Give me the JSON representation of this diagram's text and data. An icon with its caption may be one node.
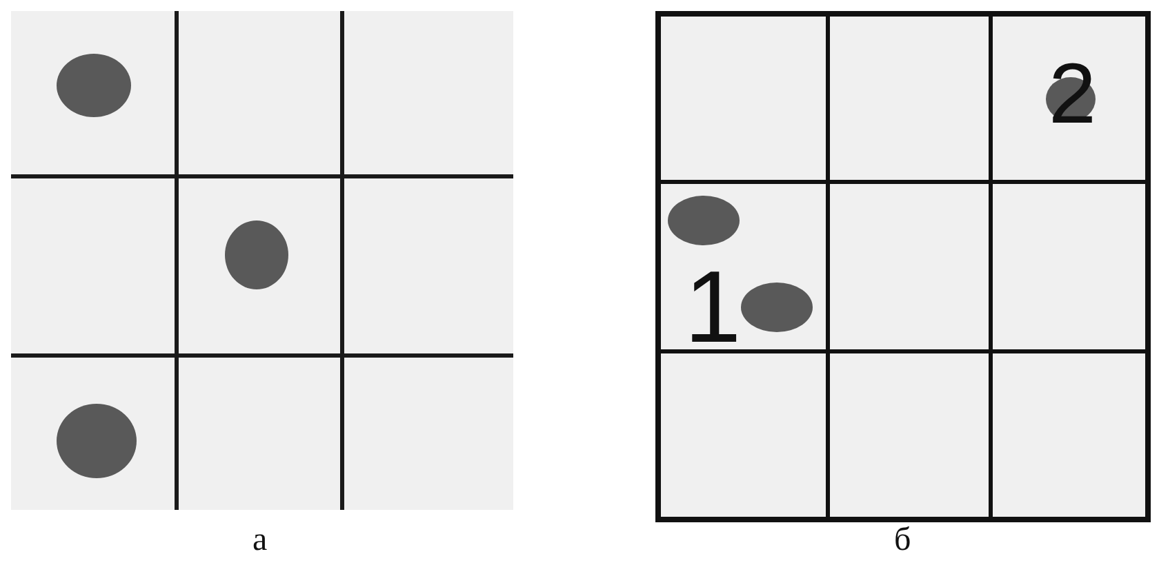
{
  "diagram": {
    "labels": [
      "2",
      "1",
      "а",
      "б"
    ]
  }
}
